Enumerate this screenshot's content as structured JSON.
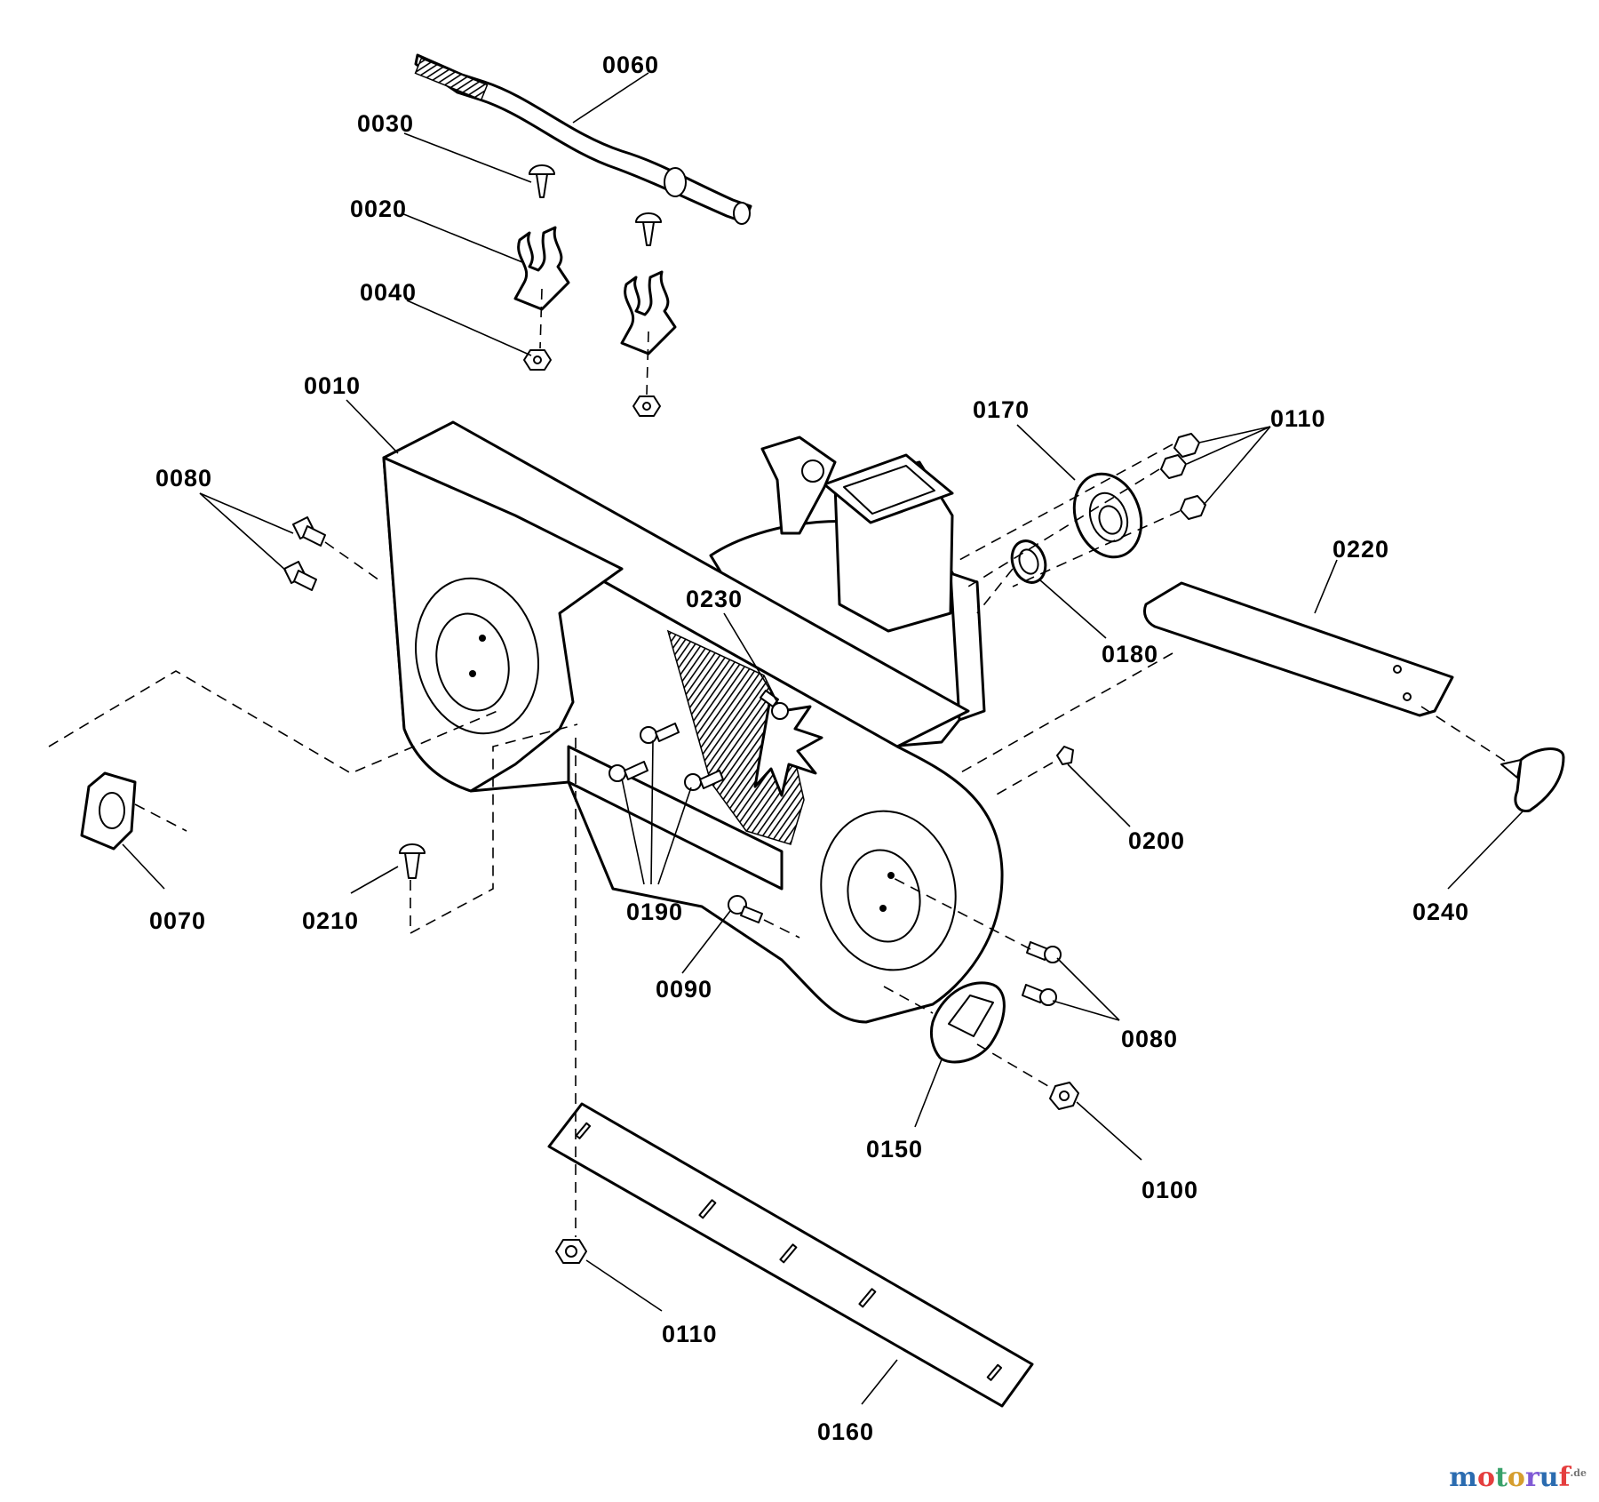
{
  "callouts": {
    "c0060": "0060",
    "c0030": "0030",
    "c0020": "0020",
    "c0040": "0040",
    "c0010": "0010",
    "c0080a": "0080",
    "c0170": "0170",
    "c0110a": "0110",
    "c0220": "0220",
    "c0230": "0230",
    "c0180": "0180",
    "c0200": "0200",
    "c0240": "0240",
    "c0070": "0070",
    "c0210": "0210",
    "c0190": "0190",
    "c0090": "0090",
    "c0080b": "0080",
    "c0150": "0150",
    "c0100": "0100",
    "c0110b": "0110",
    "c0160": "0160"
  },
  "watermark": {
    "text": "motoruf",
    "suffix": ".de"
  }
}
